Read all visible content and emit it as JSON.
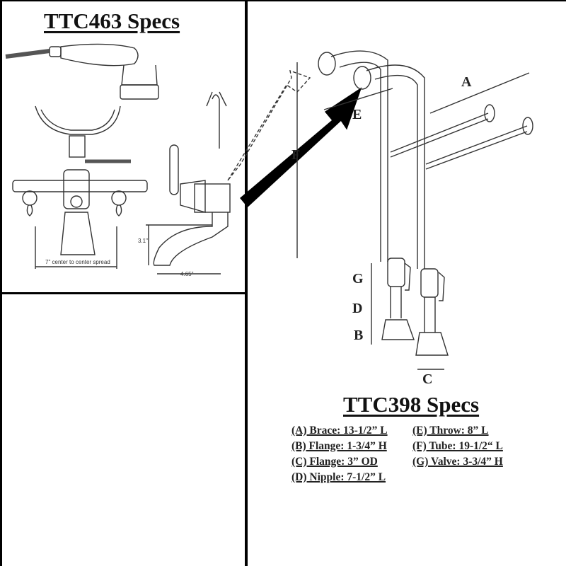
{
  "left_title": "TTC463 Specs",
  "right_title": "TTC398 Specs",
  "faucet_dimensions": {
    "spread": "7\" center to center spread",
    "spout_height": "3.1\"",
    "spout_reach": "4.65\""
  },
  "diagram_labels": {
    "A": "A",
    "B": "B",
    "C": "C",
    "D": "D",
    "E": "E",
    "F": "F",
    "G": "G"
  },
  "specs": [
    {
      "text": "(A) Brace:   13-1/2” L"
    },
    {
      "text": "(B) Flange: 1-3/4” H"
    },
    {
      "text": "(C) Flange: 3” OD"
    },
    {
      "text": "(D) Nipple: 7-1/2” L"
    },
    {
      "text": "(E) Throw: 8” L"
    },
    {
      "text": "(F) Tube: 19-1/2“ L"
    },
    {
      "text": "(G) Valve: 3-3/4” H"
    }
  ]
}
